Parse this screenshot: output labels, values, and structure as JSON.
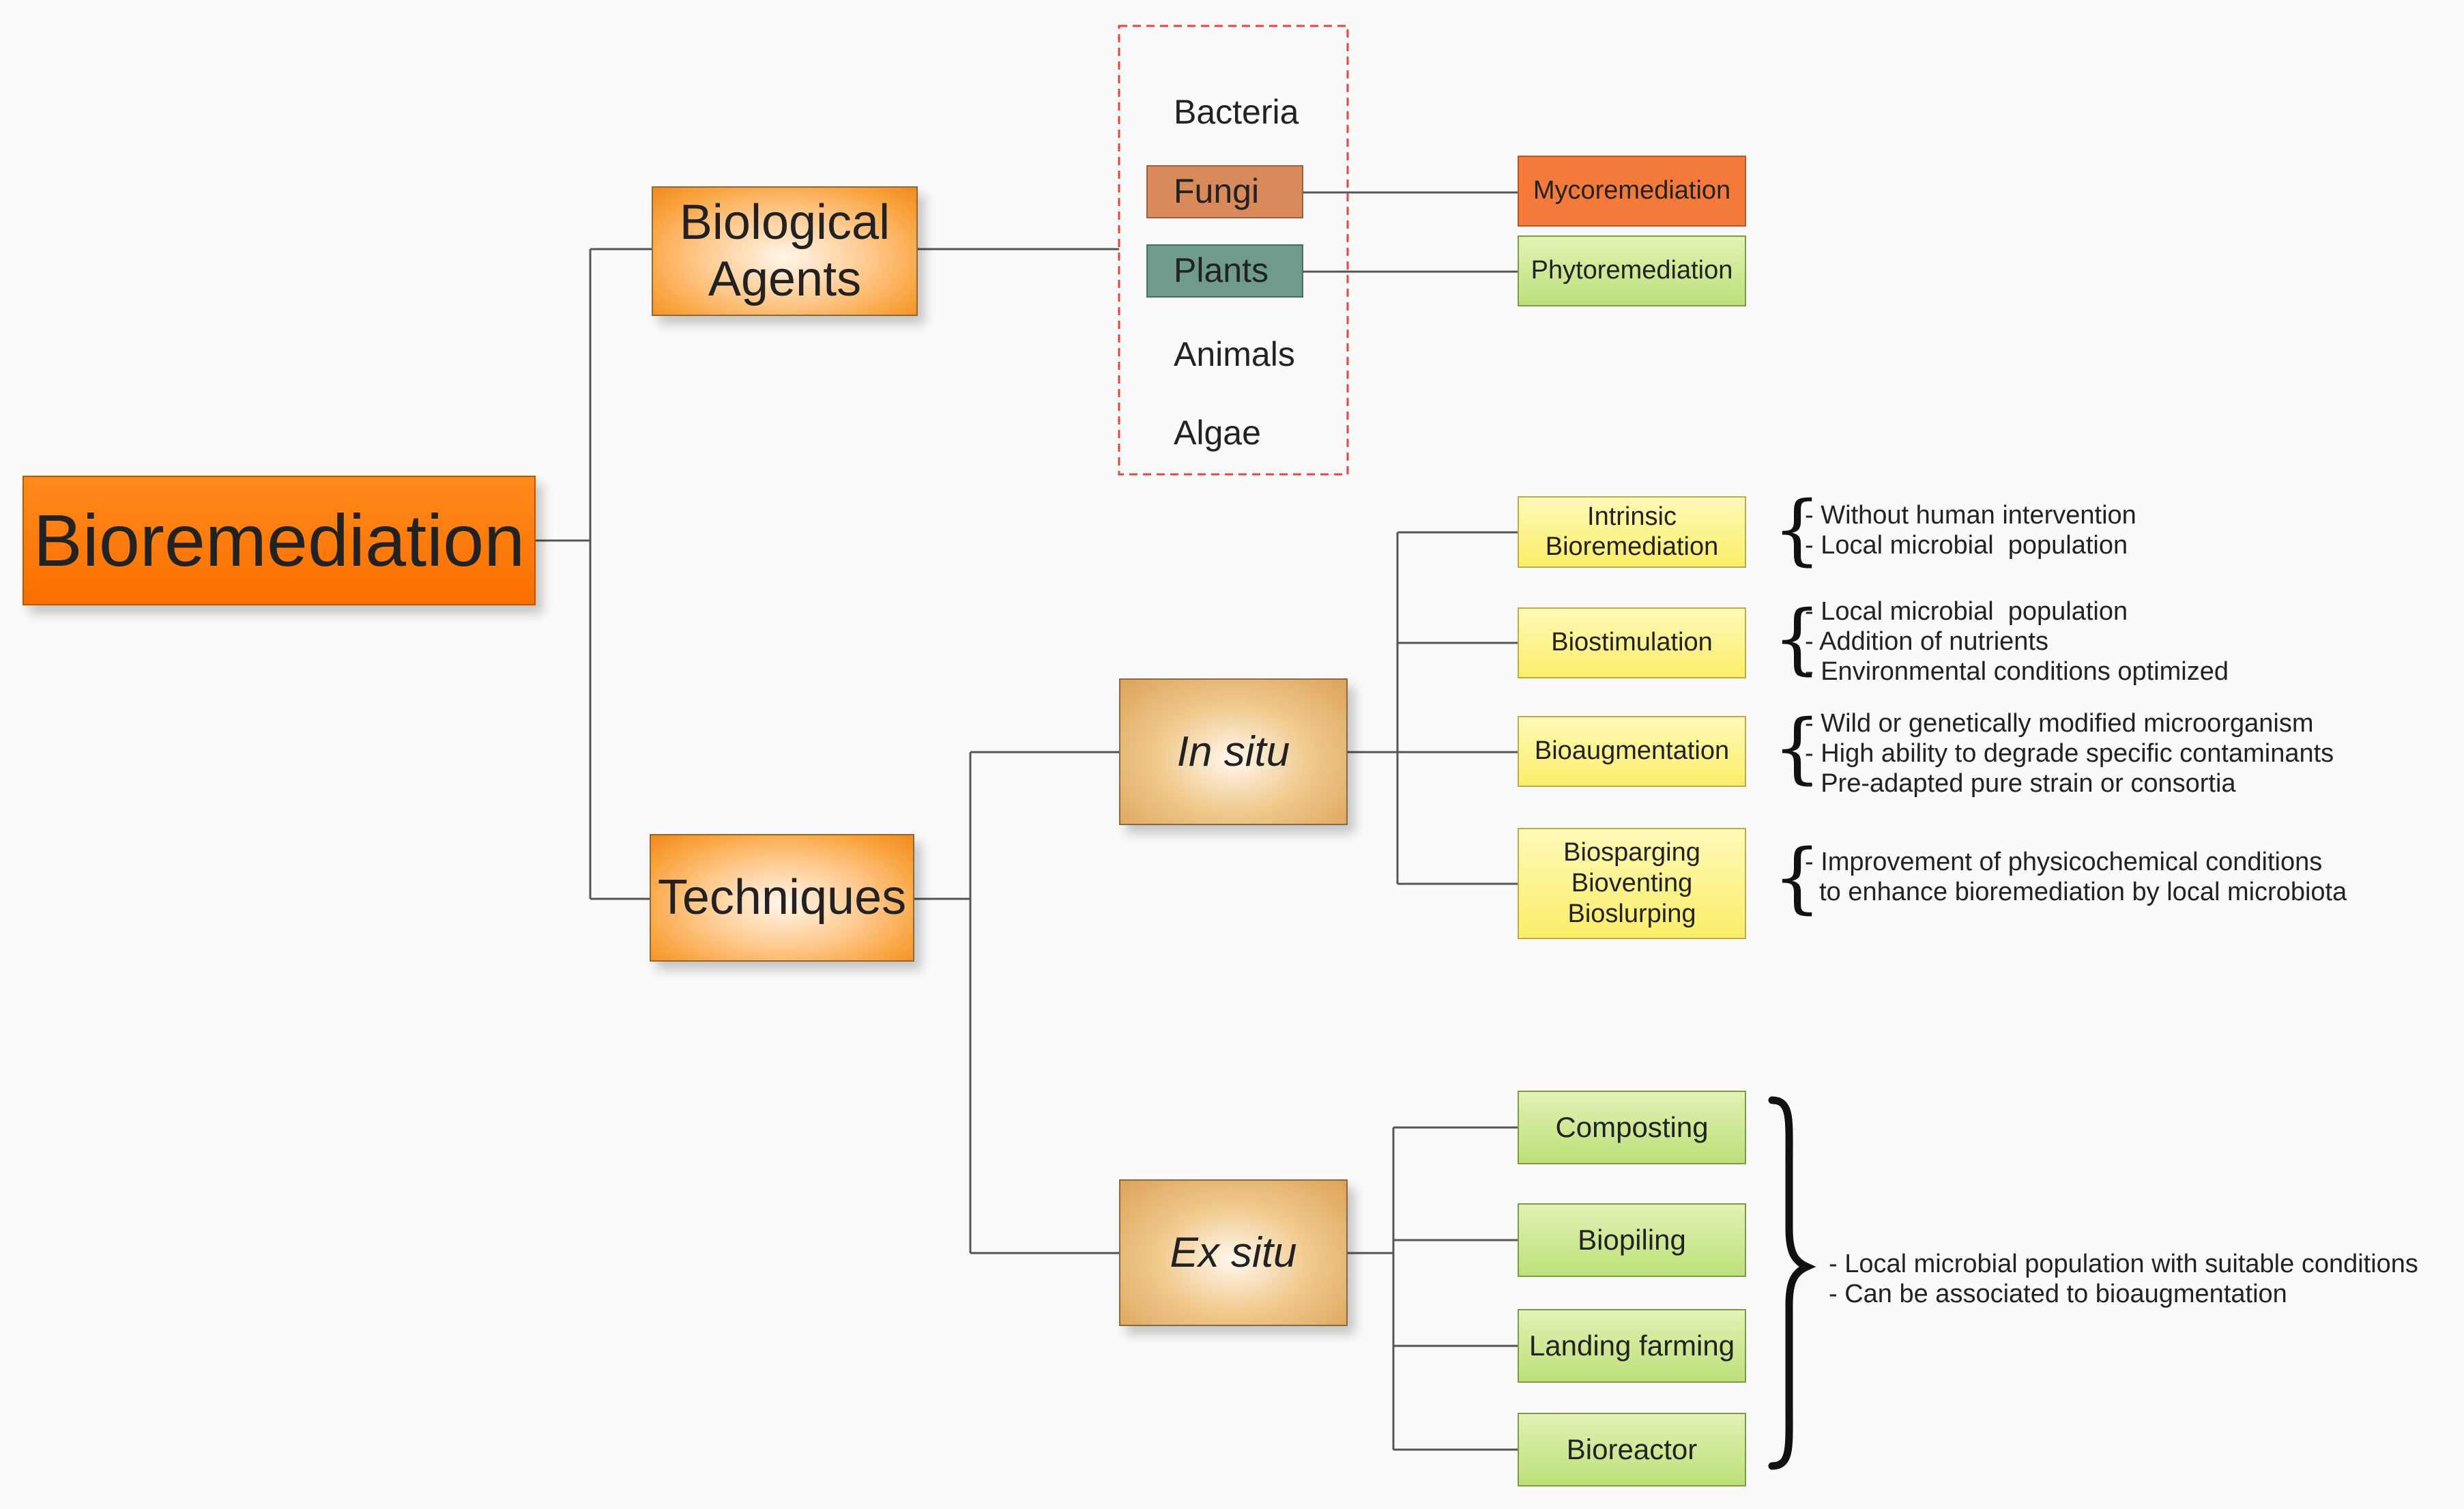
{
  "root": "Bioremediation",
  "branches": {
    "biological_agents": "Biological\nAgents",
    "techniques": "Techniques"
  },
  "organisms": [
    "Bacteria",
    "Fungi",
    "Plants",
    "Animals",
    "Algae"
  ],
  "remediation_types": {
    "fungi": "Mycoremediation",
    "plants": "Phytoremediation"
  },
  "in_situ": {
    "label": "In situ",
    "methods": [
      {
        "label": "Intrinsic\nBioremediation",
        "notes": "- Without human intervention\n- Local microbial  population"
      },
      {
        "label": "Biostimulation",
        "notes": "- Local microbial  population\n- Addition of nutrients\n- Environmental conditions optimized"
      },
      {
        "label": "Bioaugmentation",
        "notes": "- Wild or genetically modified microorganism\n- High ability to degrade specific contaminants\n- Pre-adapted pure strain or consortia"
      },
      {
        "label": "Biosparging\nBioventing\nBioslurping",
        "notes": "- Improvement of physicochemical conditions\n  to enhance bioremediation by local microbiota"
      }
    ]
  },
  "ex_situ": {
    "label": "Ex situ",
    "methods": [
      "Composting",
      "Biopiling",
      "Landing farming",
      "Bioreactor"
    ],
    "notes": "- Local microbial population with suitable conditions\n- Can be associated to bioaugmentation"
  },
  "colors": {
    "root": "#f97600",
    "branch": "#f9a13a",
    "technique": "#dca35a",
    "in_situ_method": "#fbee6a",
    "ex_situ_method": "#bde07a",
    "mycoremediation": "#f47a3c",
    "phytoremediation": "#bde07a",
    "fungi": "#d98a5c",
    "plants": "#6f9b8c",
    "dashed_border": "#e8443a",
    "connector": "#555555"
  }
}
